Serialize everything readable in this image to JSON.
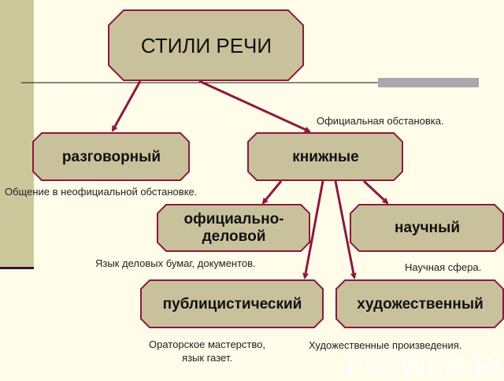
{
  "title": "СТИЛИ РЕЧИ",
  "nodes": {
    "conversational": "разговорный",
    "bookish": "книжные",
    "official": "официально-деловой",
    "scientific": "научный",
    "journalistic": "публицистический",
    "artistic": "художественный"
  },
  "notes": {
    "bookish": "Официальная обстановка.",
    "conversational": "Общение в неофициальной обстановке.",
    "official": "Язык деловых бумаг, документов.",
    "scientific": "Научная сфера.",
    "journalistic_1": "Ораторское мастерство,",
    "journalistic_2": "язык газет.",
    "artistic": "Художественные произведения."
  },
  "watermark": "PPTWEB.RU",
  "colors": {
    "box_fill": "#c9c19b",
    "box_stroke": "#8c1a3c",
    "background": "#fffde9"
  }
}
